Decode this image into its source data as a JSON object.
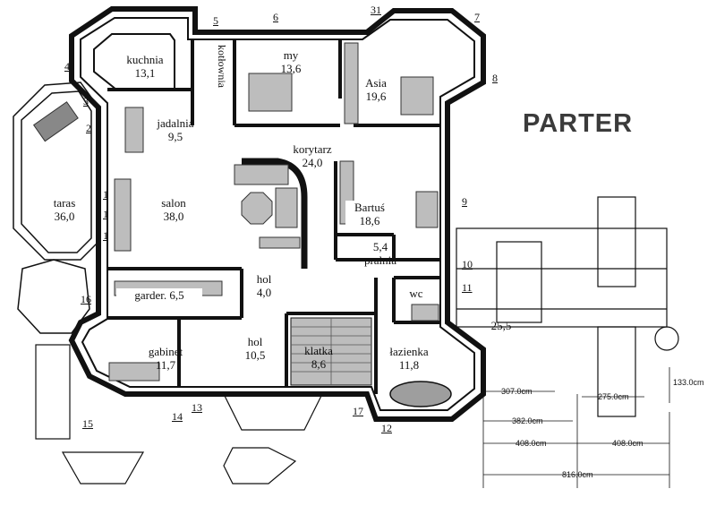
{
  "title": "PARTER",
  "rooms": [
    {
      "name": "kuchnia",
      "area": "13,1"
    },
    {
      "name": "kotłownia",
      "area": ""
    },
    {
      "name": "my",
      "area": "13,6"
    },
    {
      "name": "Asia",
      "area": "19,6"
    },
    {
      "name": "jadalnia",
      "area": "9,5"
    },
    {
      "name": "korytarz",
      "area": "24,0"
    },
    {
      "name": "salon",
      "area": "38,0"
    },
    {
      "name": "taras",
      "area": "36,0"
    },
    {
      "name": "Bartuś",
      "area": "18,6"
    },
    {
      "name": "pralnia",
      "area": "5,4"
    },
    {
      "name": "wc",
      "area": ""
    },
    {
      "name": "garder.",
      "area": "6,5"
    },
    {
      "name": "hol",
      "area": "4,0"
    },
    {
      "name": "hol",
      "area": "10,5"
    },
    {
      "name": "klatka",
      "area": "8,6"
    },
    {
      "name": "gabinet",
      "area": "11,7"
    },
    {
      "name": "łazienka",
      "area": "11,8"
    },
    {
      "name": "",
      "area": "25,5"
    }
  ],
  "window_numbers": [
    "1",
    "1",
    "1",
    "2",
    "3",
    "4",
    "5",
    "6",
    "31",
    "7",
    "8",
    "9",
    "10",
    "11",
    "12",
    "13",
    "14",
    "15",
    "16",
    "17"
  ],
  "dimensions": [
    "307.0cm",
    "382.0cm",
    "408.0cm",
    "408.0cm",
    "816.0cm",
    "275.0cm",
    "133.0cm"
  ]
}
